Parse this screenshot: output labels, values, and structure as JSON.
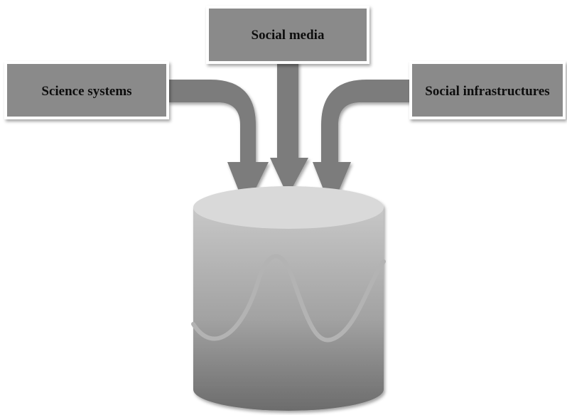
{
  "diagram": {
    "sources": [
      {
        "id": "science-systems",
        "label": "Science systems"
      },
      {
        "id": "social-media",
        "label": "Social media"
      },
      {
        "id": "social-infrastructures",
        "label": "Social infrastructures"
      }
    ]
  },
  "colors": {
    "box_fill": "#8a8a8a",
    "box_border": "#ffffff",
    "arrow_fill": "#7a7a7a",
    "cylinder_top": "#d9d9d9",
    "cylinder_body_top": "#c4c4c4",
    "cylinder_body_bottom": "#6f6f6f",
    "wave": "#b5b5b5"
  }
}
